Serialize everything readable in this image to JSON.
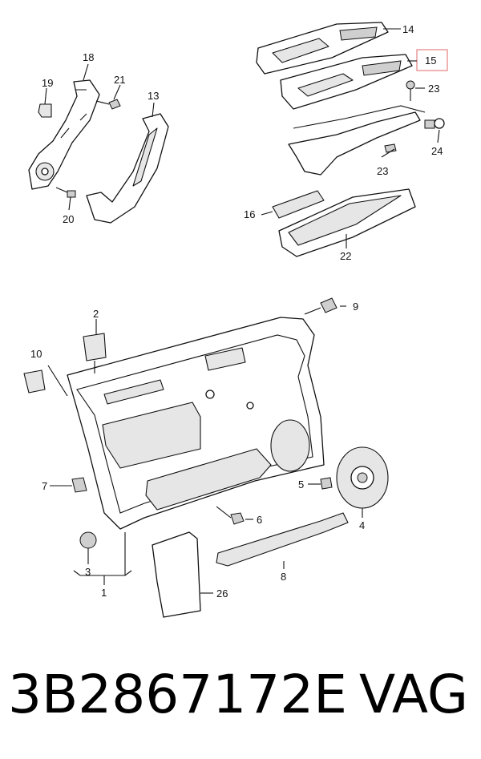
{
  "callouts": {
    "c1": "1",
    "c2": "2",
    "c3": "3",
    "c4": "4",
    "c5": "5",
    "c6": "6",
    "c7": "7",
    "c8": "8",
    "c9": "9",
    "c10": "10",
    "c13": "13",
    "c14": "14",
    "c15": "15",
    "c16": "16",
    "c18": "18",
    "c19": "19",
    "c20": "20",
    "c21": "21",
    "c22": "22",
    "c23a": "23",
    "c23b": "23",
    "c24": "24",
    "c26": "26"
  },
  "highlight_color": "#e88a8a",
  "footer": {
    "part_number": "3B2867172E",
    "brand": "VAG"
  }
}
